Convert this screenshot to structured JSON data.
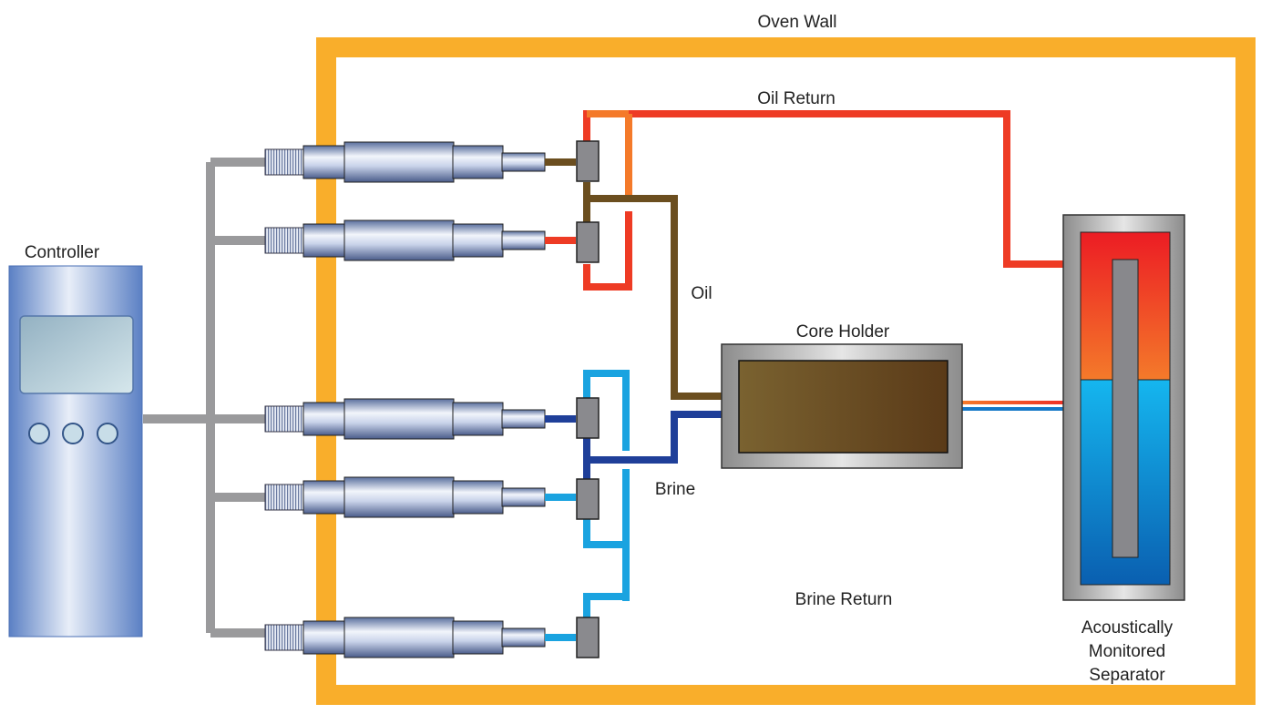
{
  "labels": {
    "oven_wall": "Oven Wall",
    "oil_return": "Oil Return",
    "oil": "Oil",
    "brine": "Brine",
    "brine_return": "Brine Return",
    "core_holder": "Core Holder",
    "controller": "Controller",
    "separator_line1": "Acoustically",
    "separator_line2": "Monitored",
    "separator_line3": "Separator"
  },
  "colors": {
    "oven_wall": "#f9ae2b",
    "controller_line": "#9a9a9c",
    "oil": "#6b4e1f",
    "oil_return": "#ee3b24",
    "brine": "#1f3f99",
    "brine_return": "#1aa3e0"
  },
  "pumps": [
    {
      "id": "pump-1",
      "line_color": "oil"
    },
    {
      "id": "pump-2",
      "line_color": "oil_return"
    },
    {
      "id": "pump-3",
      "line_color": "brine"
    },
    {
      "id": "pump-4",
      "line_color": "brine_return"
    },
    {
      "id": "pump-5",
      "line_color": "brine_return"
    }
  ]
}
